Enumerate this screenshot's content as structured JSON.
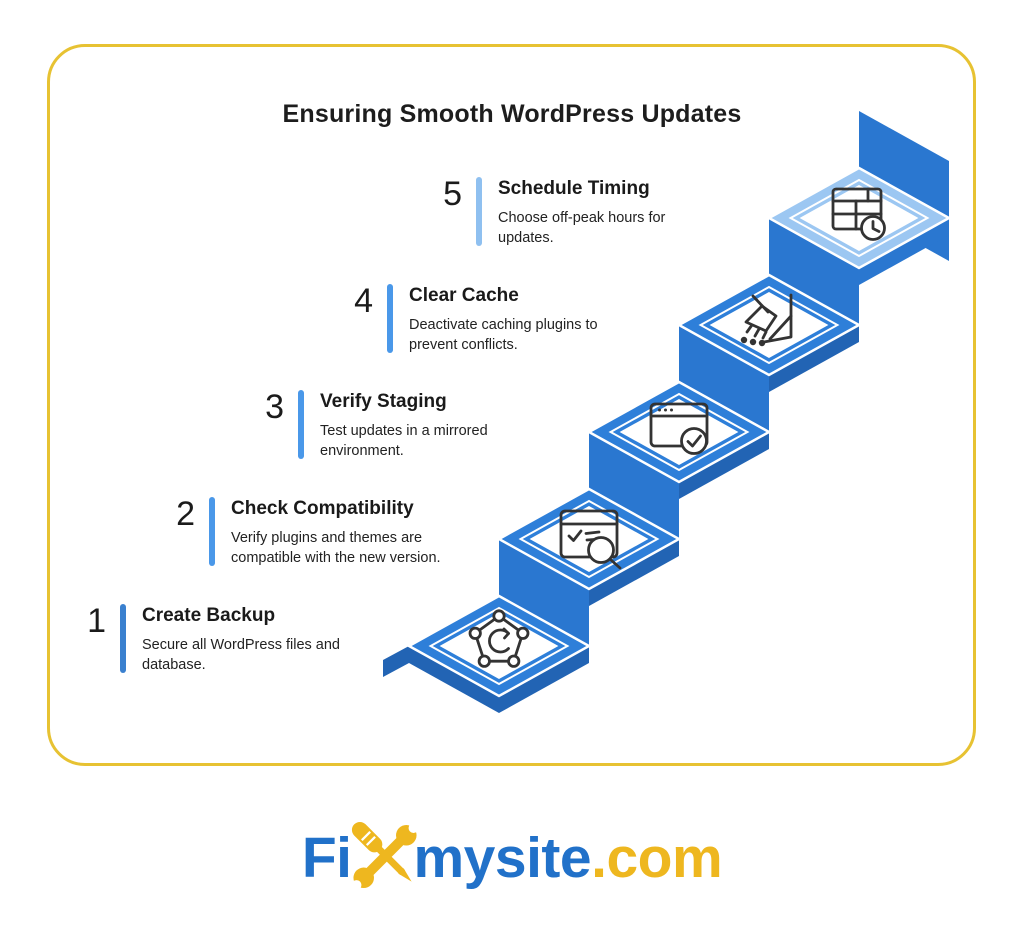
{
  "infographic": {
    "title": "Ensuring Smooth WordPress Updates",
    "border_color": "#e7c232",
    "steps": [
      {
        "number": "1",
        "title": "Create Backup",
        "description": "Secure all WordPress files and database.",
        "icon": "backup-network-icon",
        "bar_color": "#3a80cf"
      },
      {
        "number": "2",
        "title": "Check Compatibility",
        "description": "Verify plugins and themes are compatible with the new version.",
        "icon": "compatibility-search-icon",
        "bar_color": "#4a98e9"
      },
      {
        "number": "3",
        "title": "Verify Staging",
        "description": "Test updates in a mirrored environment.",
        "icon": "staging-check-icon",
        "bar_color": "#4a98e9"
      },
      {
        "number": "4",
        "title": "Clear Cache",
        "description": "Deactivate caching plugins to prevent conflicts.",
        "icon": "cache-broom-icon",
        "bar_color": "#4a98e9"
      },
      {
        "number": "5",
        "title": "Schedule Timing",
        "description": "Choose off-peak hours for updates.",
        "icon": "schedule-clock-icon",
        "bar_color": "#8fc0f0"
      }
    ],
    "stair_colors": {
      "top_face": "#2e7fd9",
      "top_face_step5": "#9cc7f2",
      "riser": "#2a77d0",
      "front_edge": "#2264b4"
    }
  },
  "footer_logo": {
    "prefix": "Fi",
    "middle": "mysite",
    "suffix": ".com",
    "blue": "#2171c9",
    "gold": "#eeb71f",
    "tools_icon": "crossed-screwdriver-wrench-icon"
  }
}
